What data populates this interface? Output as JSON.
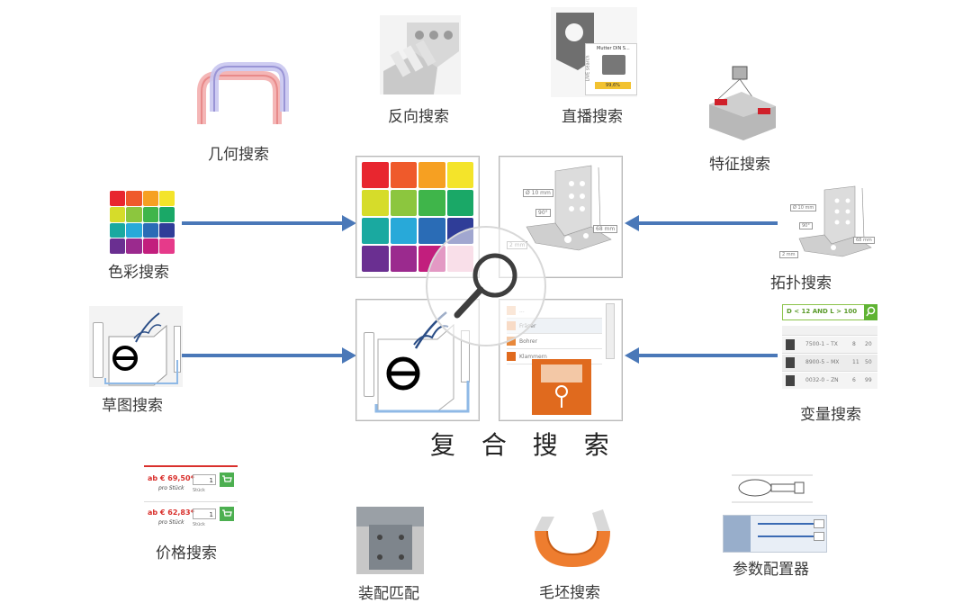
{
  "labels": {
    "geometry": "几何搜索",
    "reverse": "反向搜索",
    "live": "直播搜索",
    "feature": "特征搜索",
    "color": "色彩搜索",
    "topology": "拓扑搜索",
    "sketch": "草图搜索",
    "variable": "变量搜索",
    "price": "价格搜索",
    "assembly": "装配匹配",
    "blank": "毛坯搜索",
    "configurator": "参数配置器",
    "combined": "复 合 搜 索"
  },
  "variable_panel": {
    "query": "D < 12 AND L > 100",
    "rows": [
      {
        "code": "7500-1 – TX",
        "a": "8",
        "b": "20"
      },
      {
        "code": "8900-5 – MX",
        "a": "11",
        "b": "50"
      },
      {
        "code": "0032-0 – ZN",
        "a": "6",
        "b": "99"
      }
    ]
  },
  "price_panel": {
    "rows": [
      {
        "price": "ab € 69,50*",
        "unit": "pro Stück",
        "qty": "1",
        "unit_label": "Stück"
      },
      {
        "price": "ab € 62,83*",
        "unit": "pro Stück",
        "qty": "1",
        "unit_label": "Stück"
      }
    ]
  },
  "live_panel": {
    "product": "Mutter DIN S...",
    "side": "LIVE search",
    "badge": "99,6%"
  },
  "topology_dims": {
    "d1": "Ø 10 mm",
    "d2": "90°",
    "d3": "68 mm",
    "d4": "2 mm"
  },
  "category_list": [
    "...",
    "Fräser",
    "Bohrer",
    "Klammern"
  ],
  "colors": {
    "arrow": "#4a78b8",
    "palette": [
      "#e8262f",
      "#ef5a2b",
      "#f6a022",
      "#f4e42a",
      "#d6dc2a",
      "#8cc63e",
      "#3fb54a",
      "#1aa867",
      "#1aa9a0",
      "#28a9d9",
      "#2a6cb6",
      "#2f3d98",
      "#6a2f91",
      "#9b2a8e",
      "#c21e7d",
      "#e63a8a"
    ]
  }
}
